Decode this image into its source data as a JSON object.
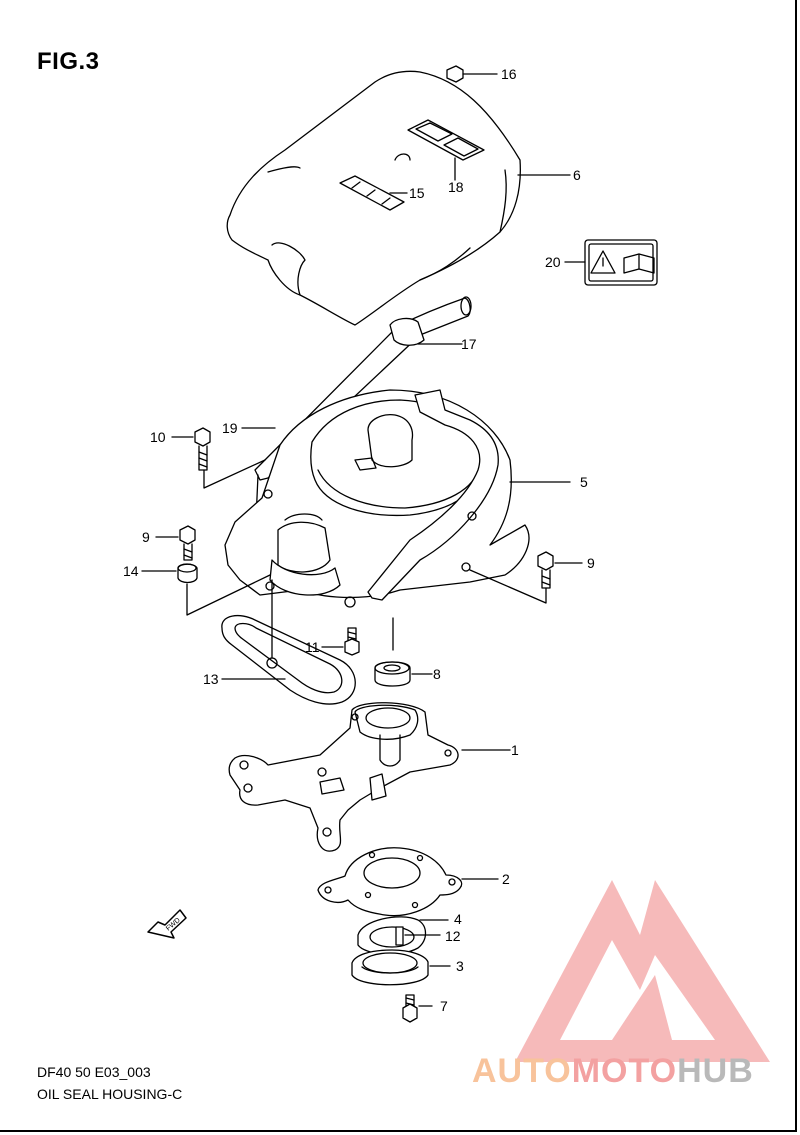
{
  "figure": {
    "title": "FIG.3"
  },
  "diagram_info": {
    "code": "DF40 50 E03_003",
    "name": "OIL SEAL HOUSING-C"
  },
  "callouts": [
    "1",
    "2",
    "3",
    "4",
    "5",
    "6",
    "7",
    "8",
    "9",
    "9",
    "10",
    "11",
    "12",
    "13",
    "14",
    "15",
    "16",
    "17",
    "18",
    "19",
    "20"
  ],
  "fwd_label": "FWD",
  "watermark": {
    "part1": "AUTO",
    "part2": "MOTO",
    "part3": "HUB"
  },
  "colors": {
    "line": "#000000",
    "watermark_red": "#f08080",
    "watermark_orange": "#f8c39b",
    "watermark_gray": "#b9b9b9"
  }
}
